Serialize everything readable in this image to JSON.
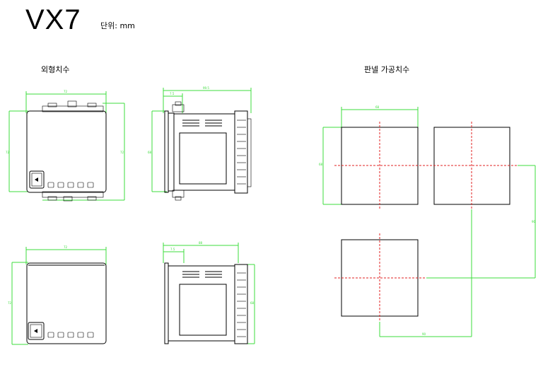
{
  "header": {
    "model": "VX7",
    "unit_label": "단위: mm"
  },
  "sections": {
    "outline": "외형치수",
    "panel_cutout": "판넬 가공치수"
  },
  "colors": {
    "dimension": "#3cdc3c",
    "centerline": "#e02020",
    "outline": "#000000"
  },
  "dimensions": {
    "front_width": "72",
    "front_height_left": "72",
    "front_height_right": "72",
    "side_depth": "99.5",
    "side_offset": "7.5",
    "side_height": "68",
    "bottom_front_width": "72",
    "bottom_front_height": "72",
    "bottom_side_depth": "88",
    "bottom_side_offset": "7.5",
    "bottom_side_height": "68",
    "cutout_width": "68",
    "cutout_height": "68",
    "spacing_horizontal": "90",
    "spacing_vertical": "90"
  }
}
